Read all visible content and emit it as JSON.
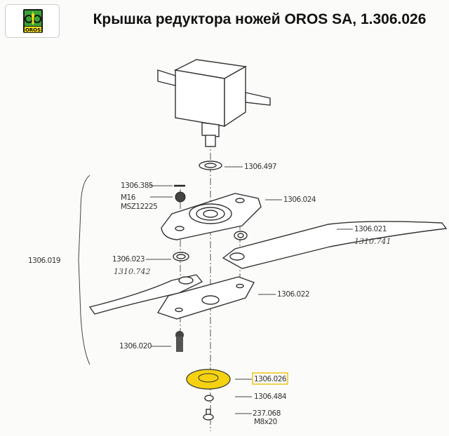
{
  "header": {
    "title": "Крышка редуктора ножей OROS SA, 1.306.026",
    "logo_text": "OROS"
  },
  "highlight_color": "#f5d20f",
  "parts": {
    "p497": "1306.497",
    "p385": "1306.385",
    "m16": "M16",
    "msz": "MSZ12225",
    "p024": "1306.024",
    "p021": "1306.021",
    "p021_hand": "1310.741",
    "p019": "1306.019",
    "p023": "1306.023",
    "p023_hand": "1310.742",
    "p022": "1306.022",
    "p020": "1306.020",
    "p026": "1306.026",
    "p484": "1306.484",
    "p068": "237.068",
    "m8": "M8x20"
  }
}
